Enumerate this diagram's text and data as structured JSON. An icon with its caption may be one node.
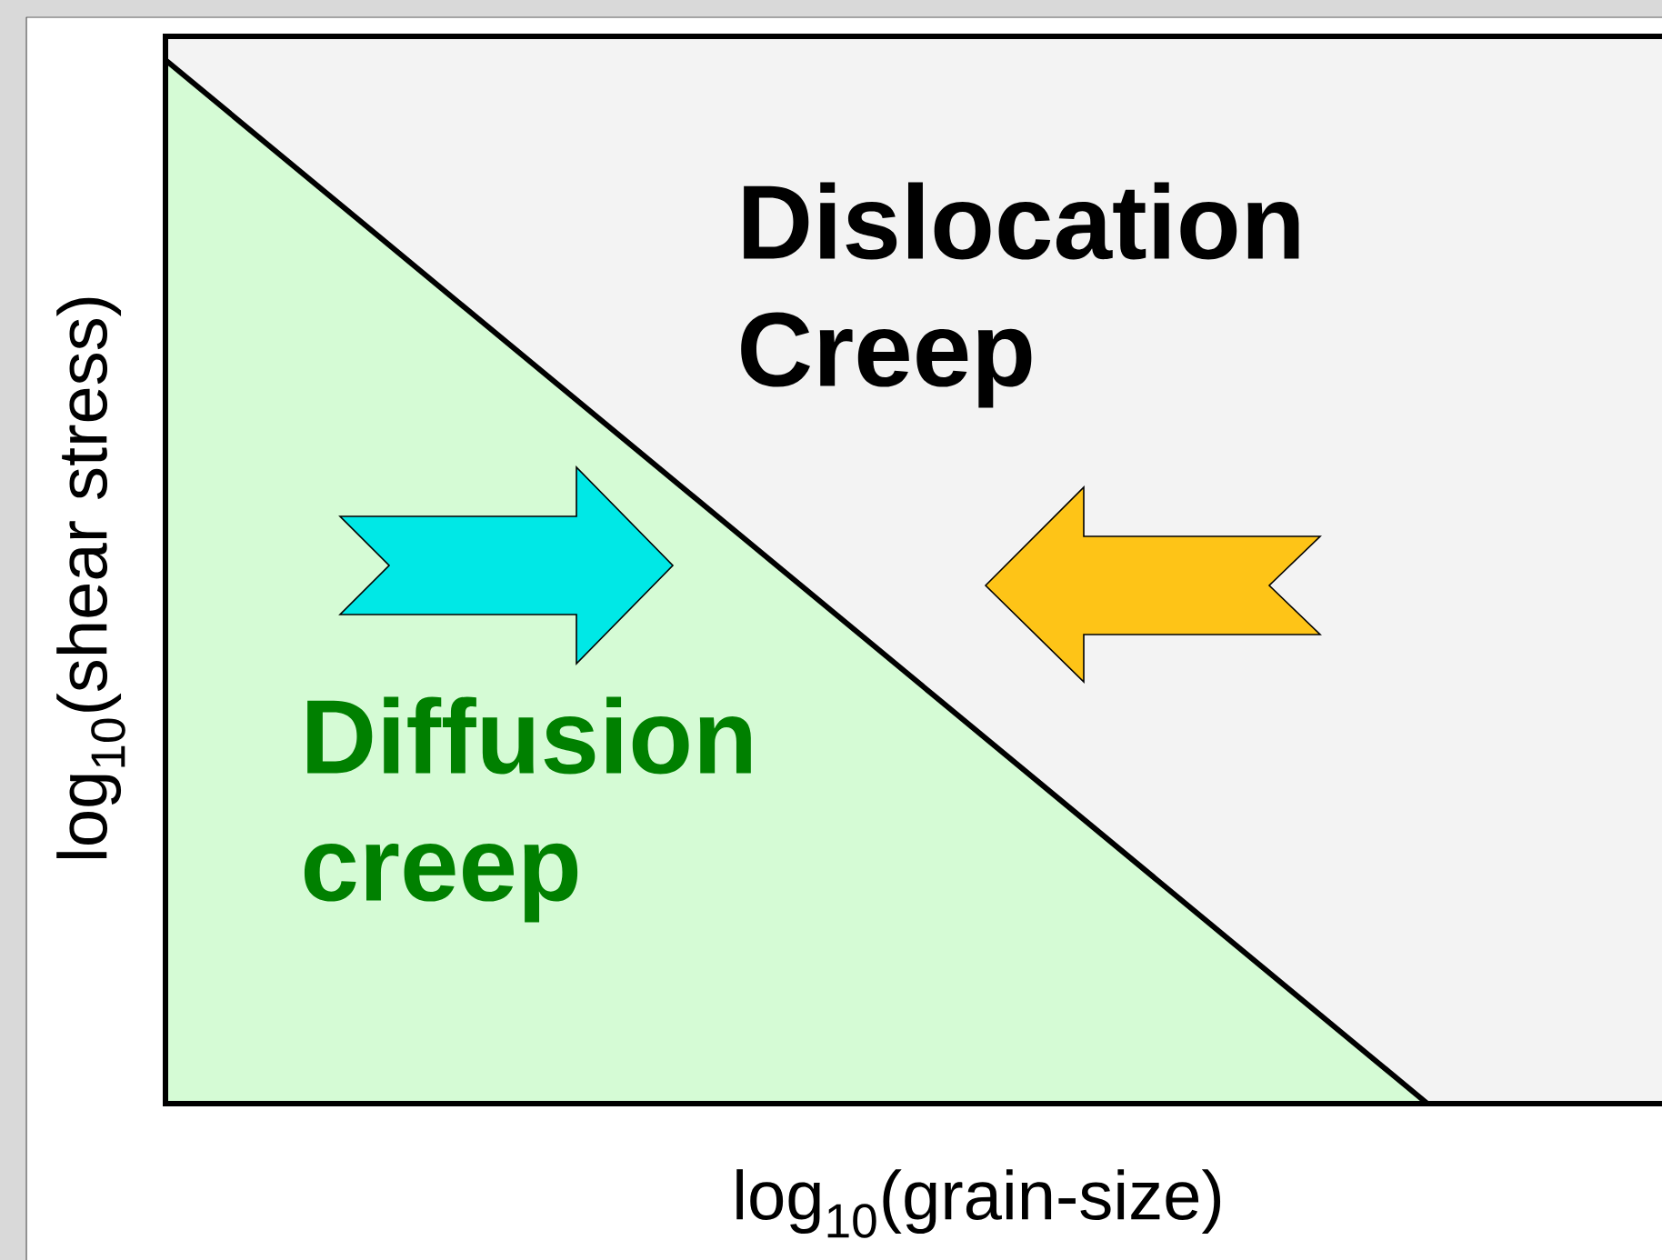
{
  "diagram": {
    "nodes": [
      {
        "text": [
          "Dislocation Creep"
        ]
      },
      {
        "text": [
          "Diffusion creep"
        ]
      }
    ],
    "labels": [
      "log$_{10}$(shear stress)",
      "log$_{10}$(grain-size)"
    ]
  }
}
